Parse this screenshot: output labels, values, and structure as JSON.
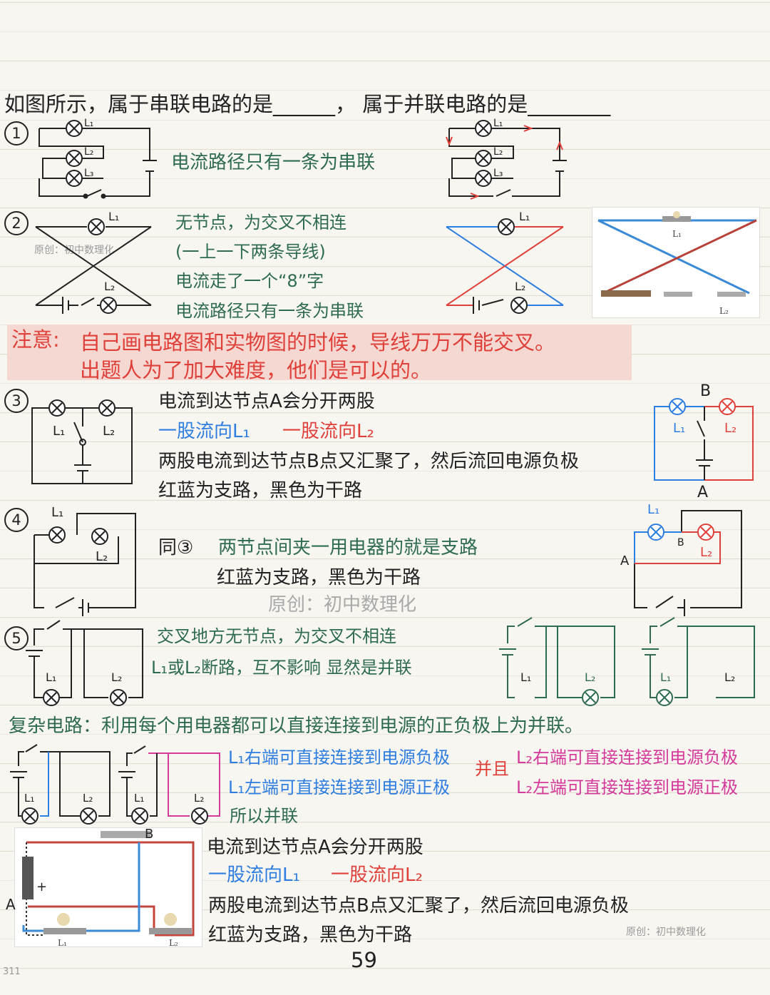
{
  "question": {
    "part1": "如图所示，属于串联电路的是",
    "blank1": "______",
    "sep": "，",
    "part2": "属于并联电路的是",
    "blank2": "________"
  },
  "sections": {
    "s1": {
      "num": "1",
      "note": "电流路径只有一条为串联"
    },
    "s2": {
      "num": "2",
      "lines": [
        "无节点，为交叉不相连",
        "(一上一下两条导线)",
        "电流走了一个“8”字",
        "电流路径只有一条为串联"
      ]
    },
    "warning": {
      "label": "注意:",
      "line1": "自己画电路图和实物图的时候，导线万万不能交叉。",
      "line2": "出题人为了加大难度，他们是可以的。"
    },
    "s3": {
      "num": "3",
      "line1": "电流到达节点A会分开两股",
      "branch1": "一股流向L₁",
      "branch2": "一股流向L₂",
      "line3": "两股电流到达节点B点又汇聚了，然后流回电源负极",
      "line4": "红蓝为支路，黑色为干路"
    },
    "s4": {
      "num": "4",
      "same": "同③",
      "note": "两节点间夹一用电器的就是支路",
      "line2": "红蓝为支路，黑色为干路"
    },
    "s5": {
      "num": "5",
      "line1": "交叉地方无节点，为交叉不相连",
      "line2": "L₁或L₂断路，互不影响 显然是并联"
    }
  },
  "complex": {
    "title": "复杂电路：利用每个用电器都可以直接连接到电源的正负极上为并联。",
    "l1_right": "L₁右端可直接连接到电源负极",
    "l1_left": "L₁左端可直接连接到电源正极",
    "and": "并且",
    "l2_right": "L₂右端可直接连接到电源负极",
    "l2_left": "L₂左端可直接连接到电源正极",
    "conclusion": "所以并联"
  },
  "bottom": {
    "line1": "电流到达节点A会分开两股",
    "branch1": "一股流向L₁",
    "branch2": "一股流向L₂",
    "line3": "两股电流到达节点B点又汇聚了，然后流回电源负极",
    "line4": "红蓝为支路，黑色为干路"
  },
  "labels": {
    "L1": "L₁",
    "L2": "L₂",
    "L3": "L₃",
    "A": "A",
    "B": "B",
    "plus": "+",
    "photo_L1": "L₁",
    "photo_L2": "L₂"
  },
  "watermarks": {
    "wm1": "原创：初中数理化",
    "wm2": "原创：初中数理化",
    "wm3": "原创：初中数理化"
  },
  "page_number": "59",
  "corner_number": "311",
  "colors": {
    "green": "#2e6b50",
    "red": "#e0403a",
    "blue": "#2e7de0",
    "pink": "#d43a9a",
    "warning_bg": "#f5d8d2"
  }
}
